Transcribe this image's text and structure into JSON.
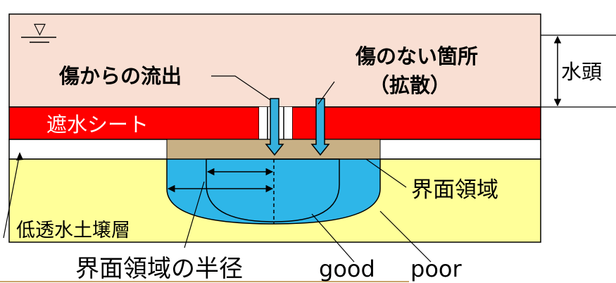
{
  "labels": {
    "water_level_symbol": "▽",
    "leak_from_damage": "傷からの流出",
    "undamaged_location": "傷のない箇所",
    "diffusion": "（拡散）",
    "hydraulic_head": "水頭",
    "liner_sheet": "遮水シート",
    "interface_region": "界面領域",
    "low_permeability_soil": "低透水土壌層",
    "interface_region_radius": "界面領域の半径",
    "good": "good",
    "poor": "poor"
  },
  "colors": {
    "water": "#f9dfd3",
    "liner": "#ff0000",
    "soil": "#ffff99",
    "cover_soil": "#c8b085",
    "interface": "#2eb6e8",
    "outline": "#000000",
    "arrow_fill": "#35b0dc",
    "bottom_line": "#c7a46a"
  }
}
